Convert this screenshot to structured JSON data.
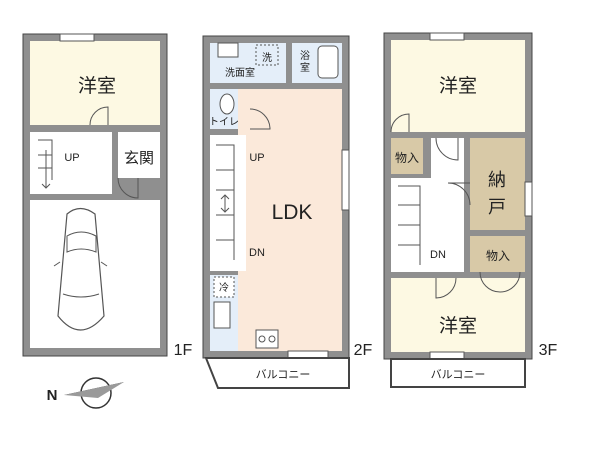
{
  "floors": {
    "f1": {
      "label": "1F",
      "rooms": {
        "western": "洋室",
        "entrance": "玄関"
      },
      "stair_up": "UP"
    },
    "f2": {
      "label": "2F",
      "rooms": {
        "washroom": "洗面室",
        "washer": "洗",
        "bath": "浴室",
        "toilet": "トイレ",
        "ldk": "LDK",
        "fridge": "冷"
      },
      "stair_up": "UP",
      "stair_down": "DN",
      "balcony": "バルコニー"
    },
    "f3": {
      "label": "3F",
      "rooms": {
        "western_top": "洋室",
        "closet_left": "物入",
        "storage": "納戸",
        "closet_right": "物入",
        "western_bottom": "洋室"
      },
      "stair_down": "DN",
      "balcony": "バルコニー"
    }
  },
  "compass": {
    "north": "N"
  },
  "colors": {
    "western_room": "#fdf9e3",
    "ldk": "#fbe9da",
    "wet_area": "#e4eef9",
    "storage": "#d8c9a7",
    "wall": "#8f8f8f",
    "floor_plain": "#ffffff"
  }
}
